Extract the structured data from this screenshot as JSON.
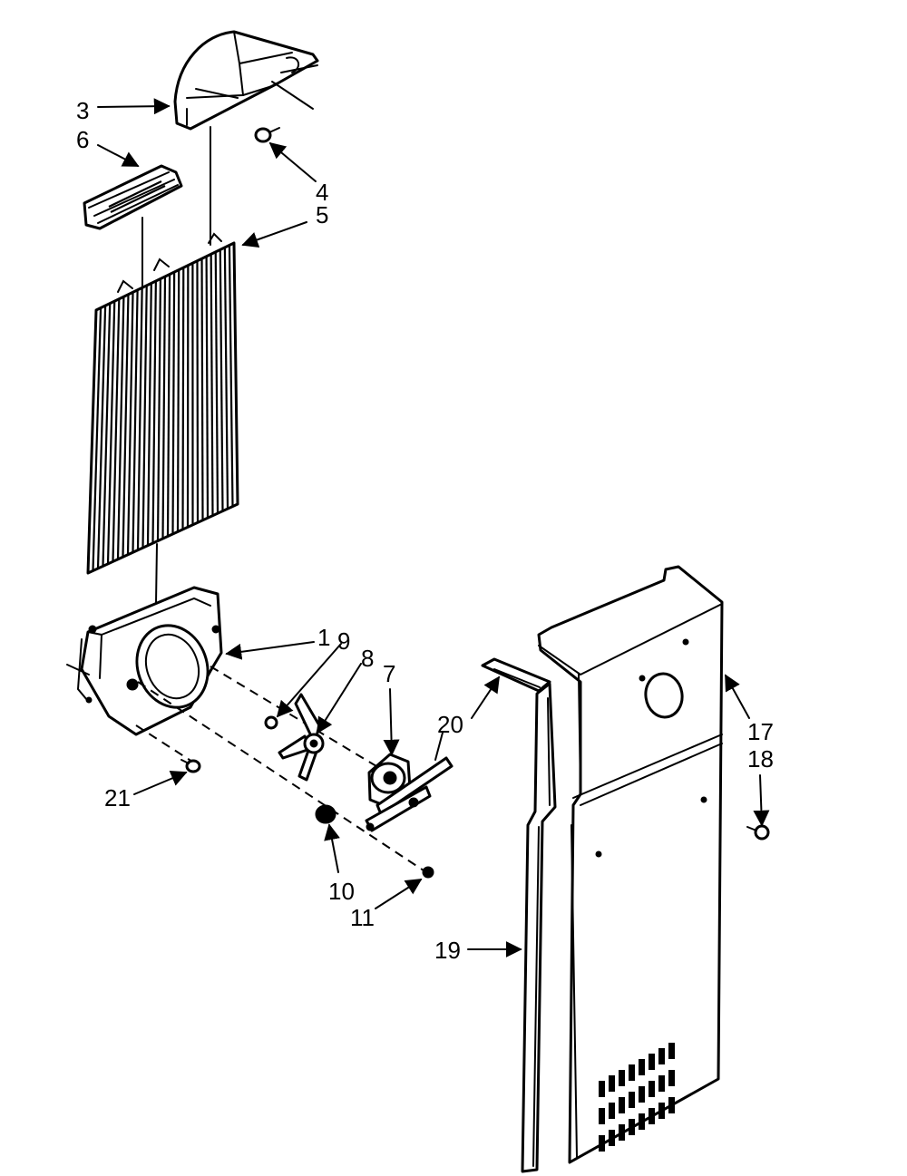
{
  "diagram": {
    "callouts": [
      {
        "id": "c1",
        "label": "1"
      },
      {
        "id": "c3",
        "label": "3"
      },
      {
        "id": "c4",
        "label": "4"
      },
      {
        "id": "c5",
        "label": "5"
      },
      {
        "id": "c6",
        "label": "6"
      },
      {
        "id": "c7",
        "label": "7"
      },
      {
        "id": "c8",
        "label": "8"
      },
      {
        "id": "c9",
        "label": "9"
      },
      {
        "id": "c10",
        "label": "10"
      },
      {
        "id": "c11",
        "label": "11"
      },
      {
        "id": "c17",
        "label": "17"
      },
      {
        "id": "c18",
        "label": "18"
      },
      {
        "id": "c19",
        "label": "19"
      },
      {
        "id": "c20",
        "label": "20"
      },
      {
        "id": "c21",
        "label": "21"
      }
    ]
  }
}
